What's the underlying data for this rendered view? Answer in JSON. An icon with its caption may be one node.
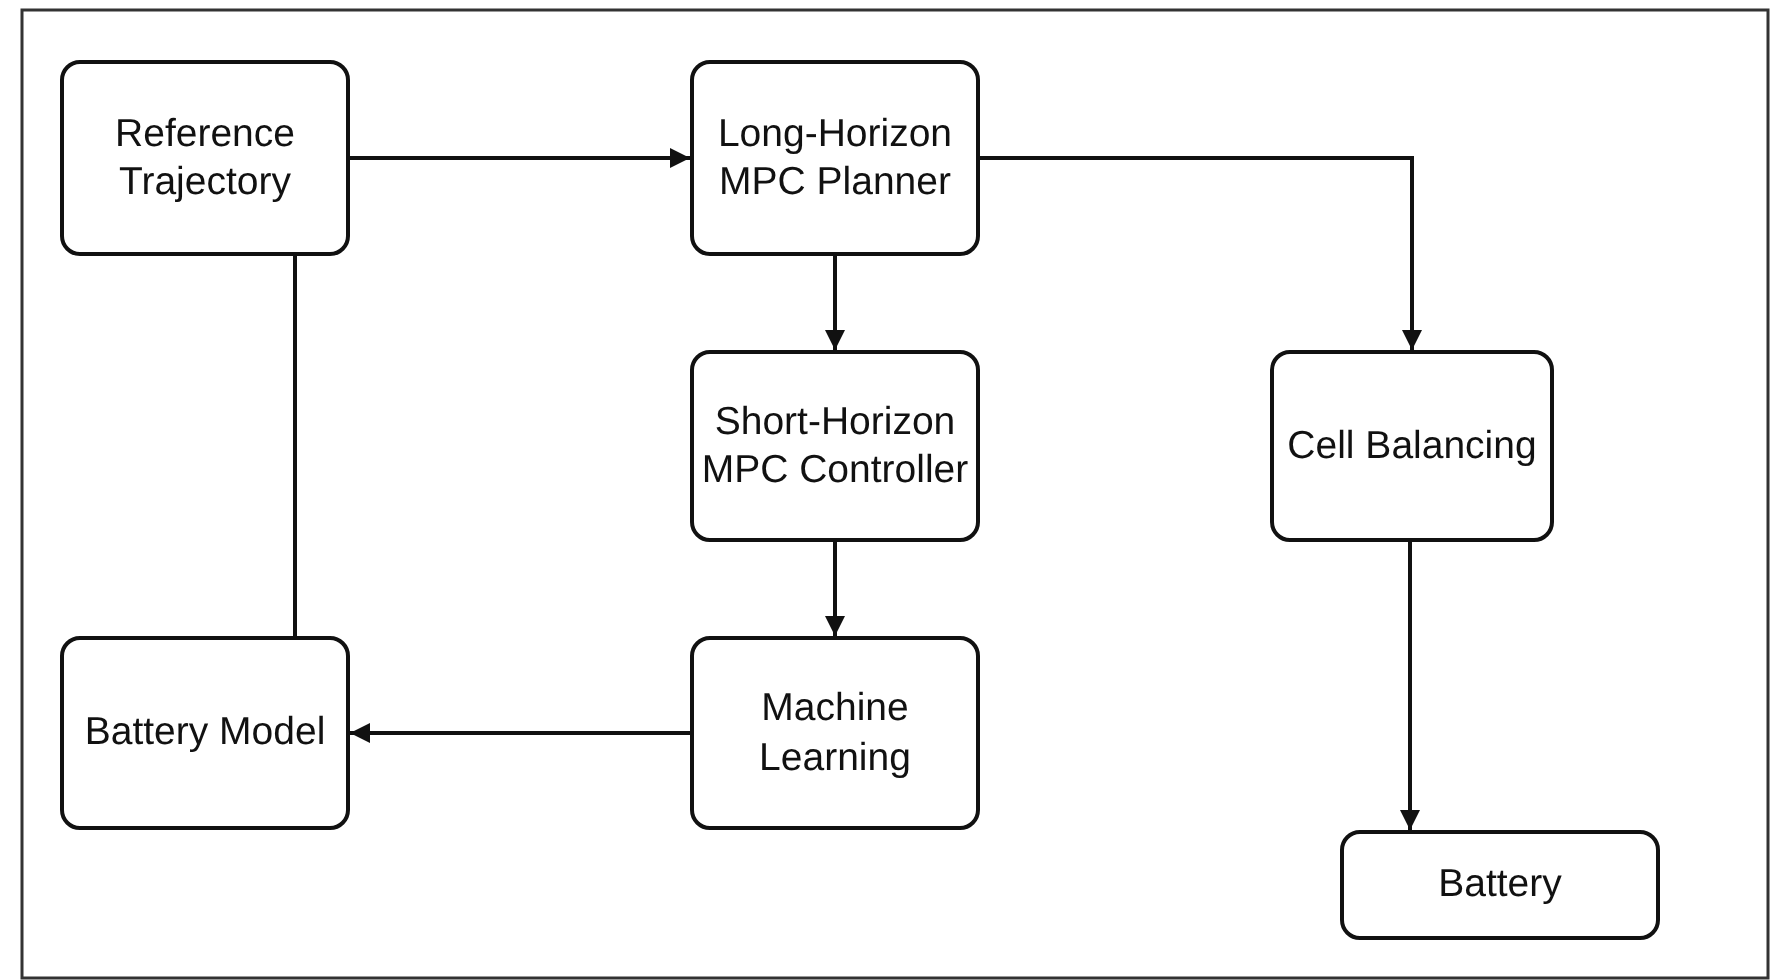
{
  "diagram": {
    "nodes": [
      {
        "text": [
          "Reference Trajectory"
        ]
      },
      {
        "text": [
          "Long-Horizon MPC Planner"
        ]
      },
      {
        "text": [
          "Short-Horizon MPC Controller"
        ]
      },
      {
        "text": [
          "Cell Balancing"
        ]
      },
      {
        "text": [
          "Battery Model"
        ]
      },
      {
        "text": [
          "Machine Learning"
        ]
      },
      {
        "text": [
          "Battery"
        ]
      }
    ],
    "edges": [
      {
        "from": 0,
        "to": 1,
        "arrow": "to"
      },
      {
        "from": 1,
        "to": 2,
        "arrow": "to"
      },
      {
        "from": 1,
        "to": 3,
        "arrow": "to"
      },
      {
        "from": 2,
        "to": 5,
        "arrow": "to"
      },
      {
        "from": 5,
        "to": 4,
        "arrow": "to"
      },
      {
        "from": 0,
        "to": 4,
        "arrow": "none"
      },
      {
        "from": 3,
        "to": 6,
        "arrow": "to"
      }
    ]
  }
}
